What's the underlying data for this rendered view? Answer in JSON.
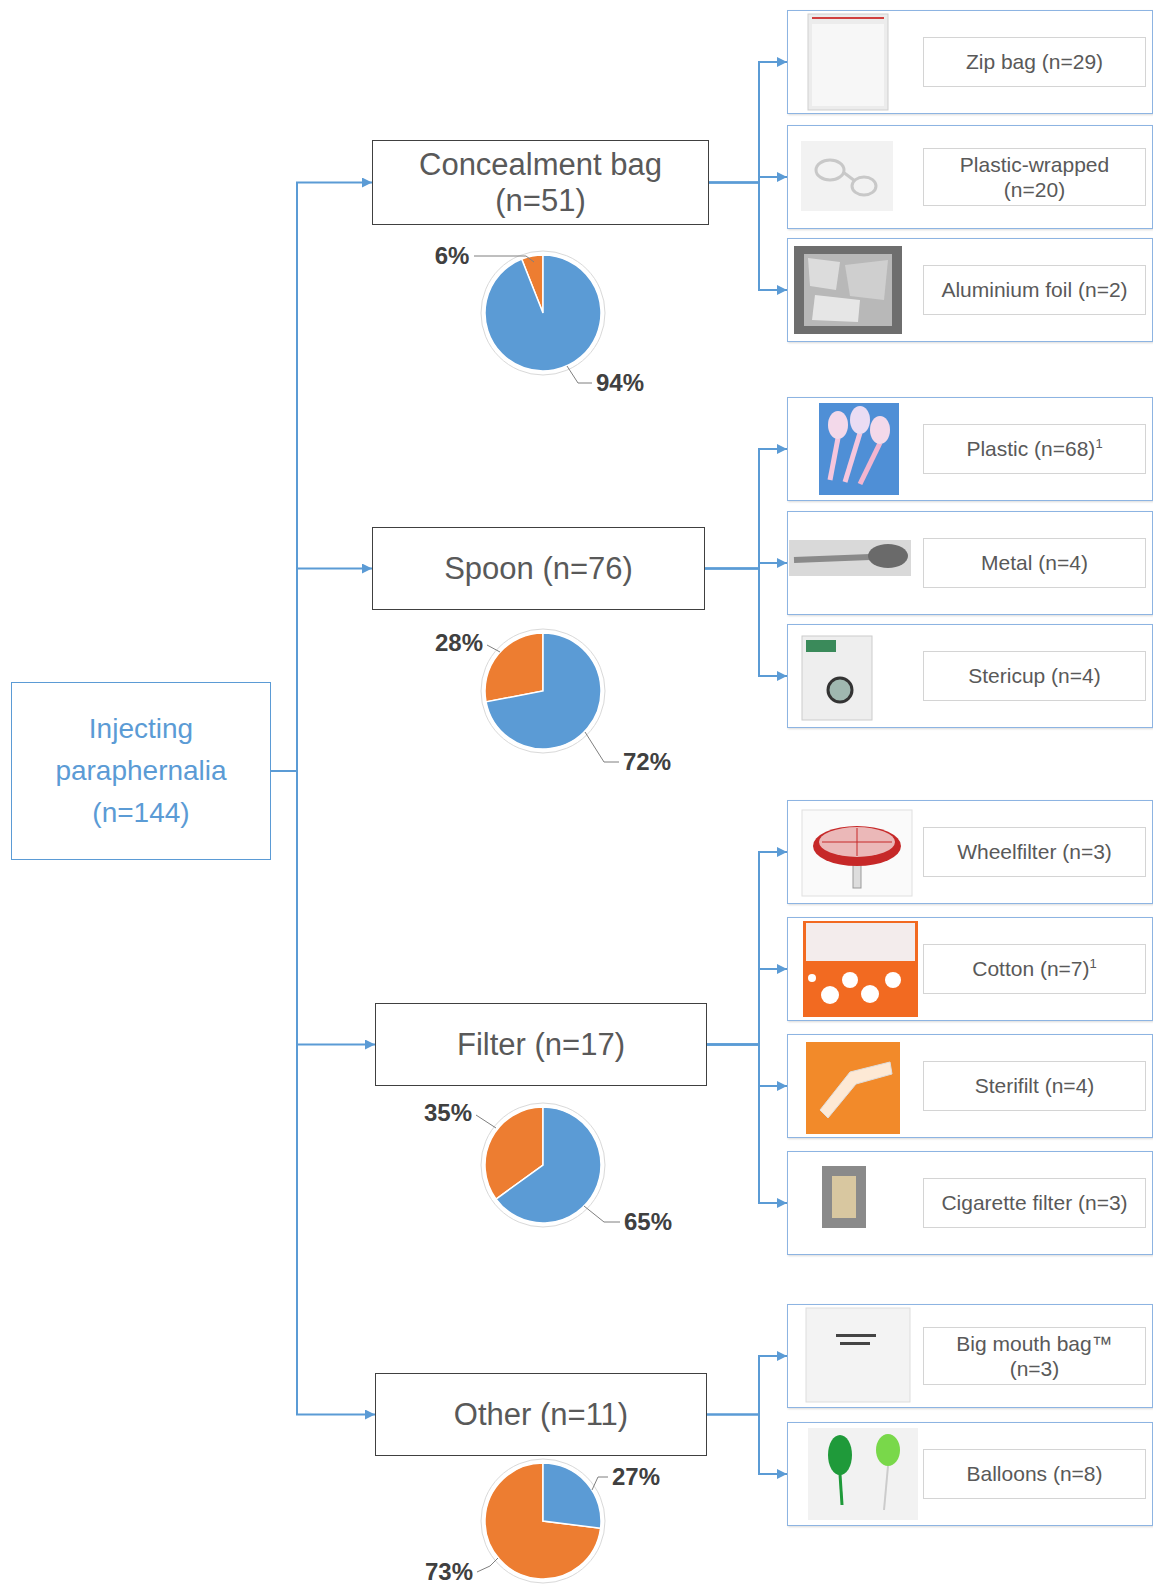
{
  "diagram": {
    "nodes": [
      {
        "text": [
          "Injecting paraphernalia (n=144)"
        ]
      },
      {
        "text": [
          "Concealment bag (n=51)"
        ]
      },
      {
        "text": [
          "Zip bag (n=29)"
        ]
      },
      {
        "text": [
          "Plastic-wrapped (n=20)"
        ]
      },
      {
        "text": [
          "Aluminium foil (n=2)"
        ]
      },
      {
        "text": [
          "Spoon (n=76)"
        ]
      },
      {
        "text": [
          "Plastic (n=68)",
          "1"
        ]
      },
      {
        "text": [
          "Metal (n=4)"
        ]
      },
      {
        "text": [
          "Stericup (n=4)"
        ]
      },
      {
        "text": [
          "Filter (n=17)"
        ]
      },
      {
        "text": [
          "Wheelfilter (n=3)"
        ]
      },
      {
        "text": [
          "Cotton (n=7)",
          "1"
        ]
      },
      {
        "text": [
          "Sterifilt (n=4)"
        ]
      },
      {
        "text": [
          "Cigarette filter (n=3)"
        ]
      },
      {
        "text": [
          "Other (n=11)"
        ]
      },
      {
        "text": [
          "Big mouth bag™ (n=3)"
        ]
      },
      {
        "text": [
          "Balloons (n=8)"
        ]
      }
    ],
    "edges": [
      {
        "from": 0,
        "to": 1,
        "arrow": "to"
      },
      {
        "from": 0,
        "to": 5,
        "arrow": "to"
      },
      {
        "from": 0,
        "to": 9,
        "arrow": "to"
      },
      {
        "from": 0,
        "to": 14,
        "arrow": "to"
      },
      {
        "from": 1,
        "to": 2,
        "arrow": "to"
      },
      {
        "from": 1,
        "to": 3,
        "arrow": "to"
      },
      {
        "from": 1,
        "to": 4,
        "arrow": "to"
      },
      {
        "from": 5,
        "to": 6,
        "arrow": "to"
      },
      {
        "from": 5,
        "to": 7,
        "arrow": "to"
      },
      {
        "from": 5,
        "to": 8,
        "arrow": "to"
      },
      {
        "from": 9,
        "to": 10,
        "arrow": "to"
      },
      {
        "from": 9,
        "to": 11,
        "arrow": "to"
      },
      {
        "from": 9,
        "to": 12,
        "arrow": "to"
      },
      {
        "from": 9,
        "to": 13,
        "arrow": "to"
      },
      {
        "from": 14,
        "to": 15,
        "arrow": "to"
      },
      {
        "from": 14,
        "to": 16,
        "arrow": "to"
      }
    ],
    "labels": [
      "6%",
      "94%",
      "28%",
      "72%",
      "35%",
      "65%",
      "27%",
      "73%"
    ]
  }
}
